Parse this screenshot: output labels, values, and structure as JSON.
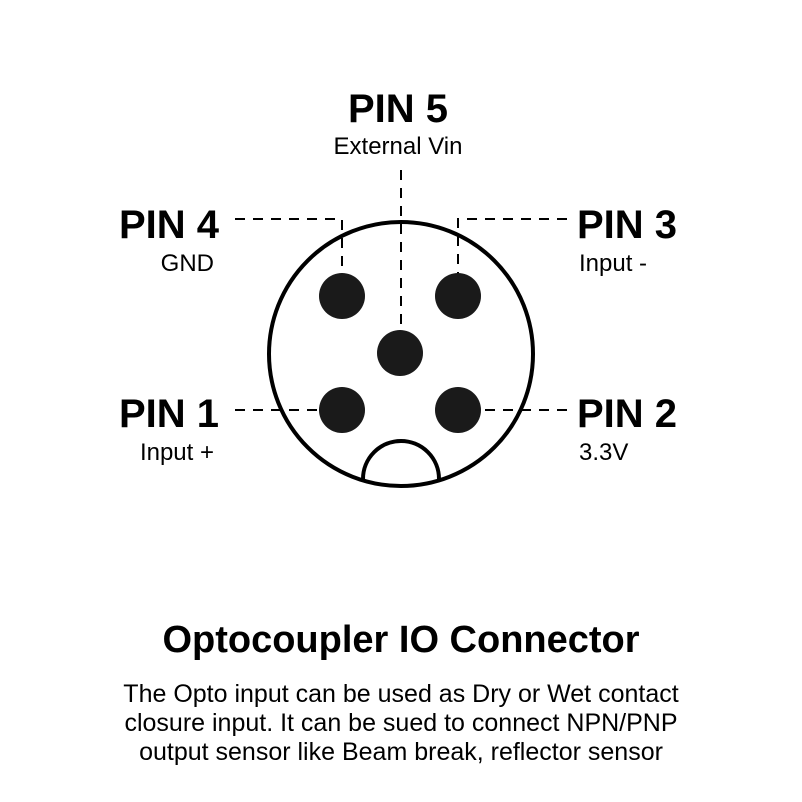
{
  "connector": {
    "pins": [
      {
        "id": 5,
        "name": "PIN 5",
        "desc": "External Vin"
      },
      {
        "id": 4,
        "name": "PIN 4",
        "desc": "GND"
      },
      {
        "id": 3,
        "name": "PIN 3",
        "desc": "Input -"
      },
      {
        "id": 1,
        "name": "PIN 1",
        "desc": "Input +"
      },
      {
        "id": 2,
        "name": "PIN 2",
        "desc": "3.3V"
      }
    ]
  },
  "caption": {
    "title": "Optocoupler IO Connector",
    "lines": [
      "The Opto input can be used as Dry or Wet contact",
      "closure input. It can be sued to connect NPN/PNP",
      "output sensor like Beam break, reflector sensor"
    ]
  }
}
